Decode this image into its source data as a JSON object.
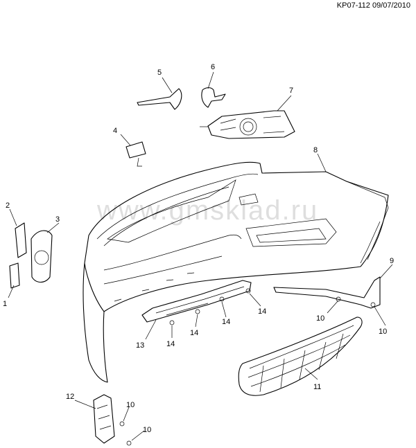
{
  "header": {
    "code": "KP07-112 09/07/2010"
  },
  "watermark": "www.gmsklad.ru",
  "callouts": {
    "c1": "1",
    "c2": "2",
    "c3": "3",
    "c4": "4",
    "c5": "5",
    "c6": "6",
    "c7": "7",
    "c8": "8",
    "c9": "9",
    "c10a": "10",
    "c10b": "10",
    "c10c": "10",
    "c10d": "10",
    "c11": "11",
    "c12": "12",
    "c13": "13",
    "c14a": "14",
    "c14b": "14",
    "c14c": "14",
    "c14d": "14"
  }
}
